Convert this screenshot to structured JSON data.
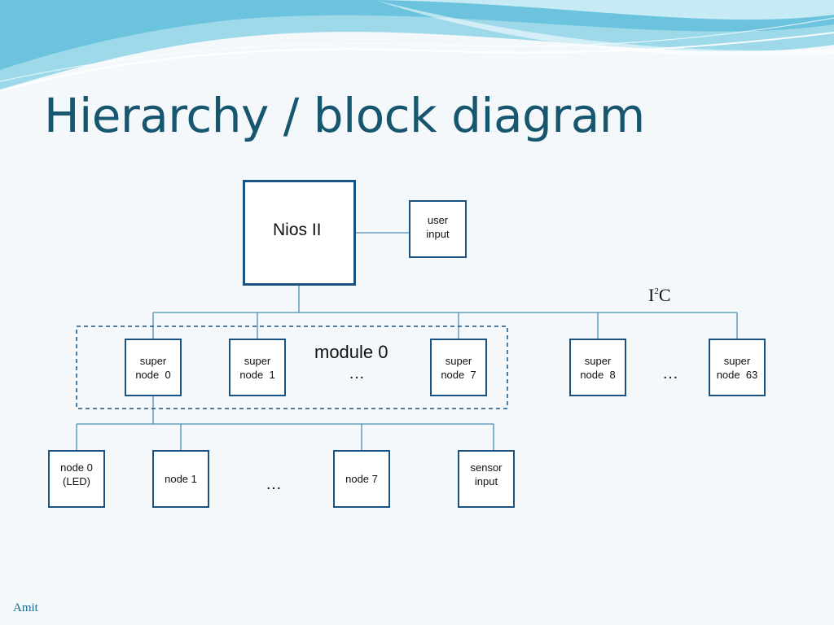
{
  "slide": {
    "title": "Hierarchy / block diagram",
    "footer": "Amit"
  },
  "diagram": {
    "controller": "Nios II",
    "user_input": "user\ninput",
    "bus_label_main": "I",
    "bus_label_sup": "2",
    "bus_label_end": "C",
    "module_label": "module 0",
    "ellipsis": "…",
    "super_nodes": [
      "super\nnode  0",
      "super\nnode  1",
      "super\nnode  7",
      "super\nnode  8",
      "super\nnode  63"
    ],
    "nodes": [
      "node 0\n(LED)",
      "node 1",
      "node 7",
      "sensor\ninput"
    ]
  },
  "colors": {
    "box_border": "#1a5282",
    "connector": "#4a8fb5",
    "title": "#17566f",
    "banner": "#8fd3e6"
  }
}
